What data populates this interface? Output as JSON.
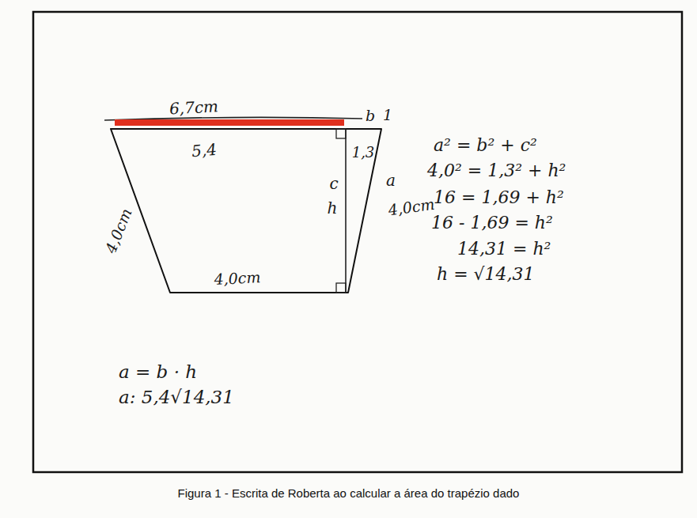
{
  "diagram": {
    "caption": "Figura 1 - Escrita de Roberta ao calcular a área do trapézio dado",
    "labels": [
      "6,7cm",
      "5,4",
      "b",
      "1",
      "1,3",
      "c",
      "h",
      "a",
      "4,0cm",
      "4,0cm",
      "4,0cm",
      "a² = b² + c²",
      "4,0² = 1,3² + h²",
      "16 = 1,69 + h²",
      "16 - 1,69 = h²",
      "14,31 = h²",
      "h = √14,31",
      "a = b · h",
      "a: 5,4√14,31"
    ]
  }
}
